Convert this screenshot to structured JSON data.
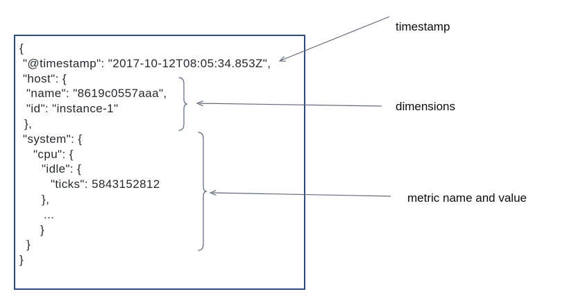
{
  "code": {
    "lines": [
      "{",
      "\"@timestamp\": \"2017-10-12T08:05:34.853Z\",",
      "\"host\": {",
      "\"name\": \"8619c0557aaa\",",
      "\"id\": \"instance-1\"",
      "},",
      "\"system\": {",
      "\"cpu\": {",
      "\"idle\": {",
      "\"ticks\": 5843152812",
      "},",
      "...",
      "}",
      "}",
      "}"
    ]
  },
  "labels": {
    "timestamp": "timestamp",
    "dimensions": "dimensions",
    "metric": "metric name and value"
  },
  "colors": {
    "box_border": "#2e4a7c",
    "code_text": "#24292e",
    "annotation_lines": "#5f6876",
    "brace": "#6e7888",
    "label_text": "#0a0a0a"
  }
}
